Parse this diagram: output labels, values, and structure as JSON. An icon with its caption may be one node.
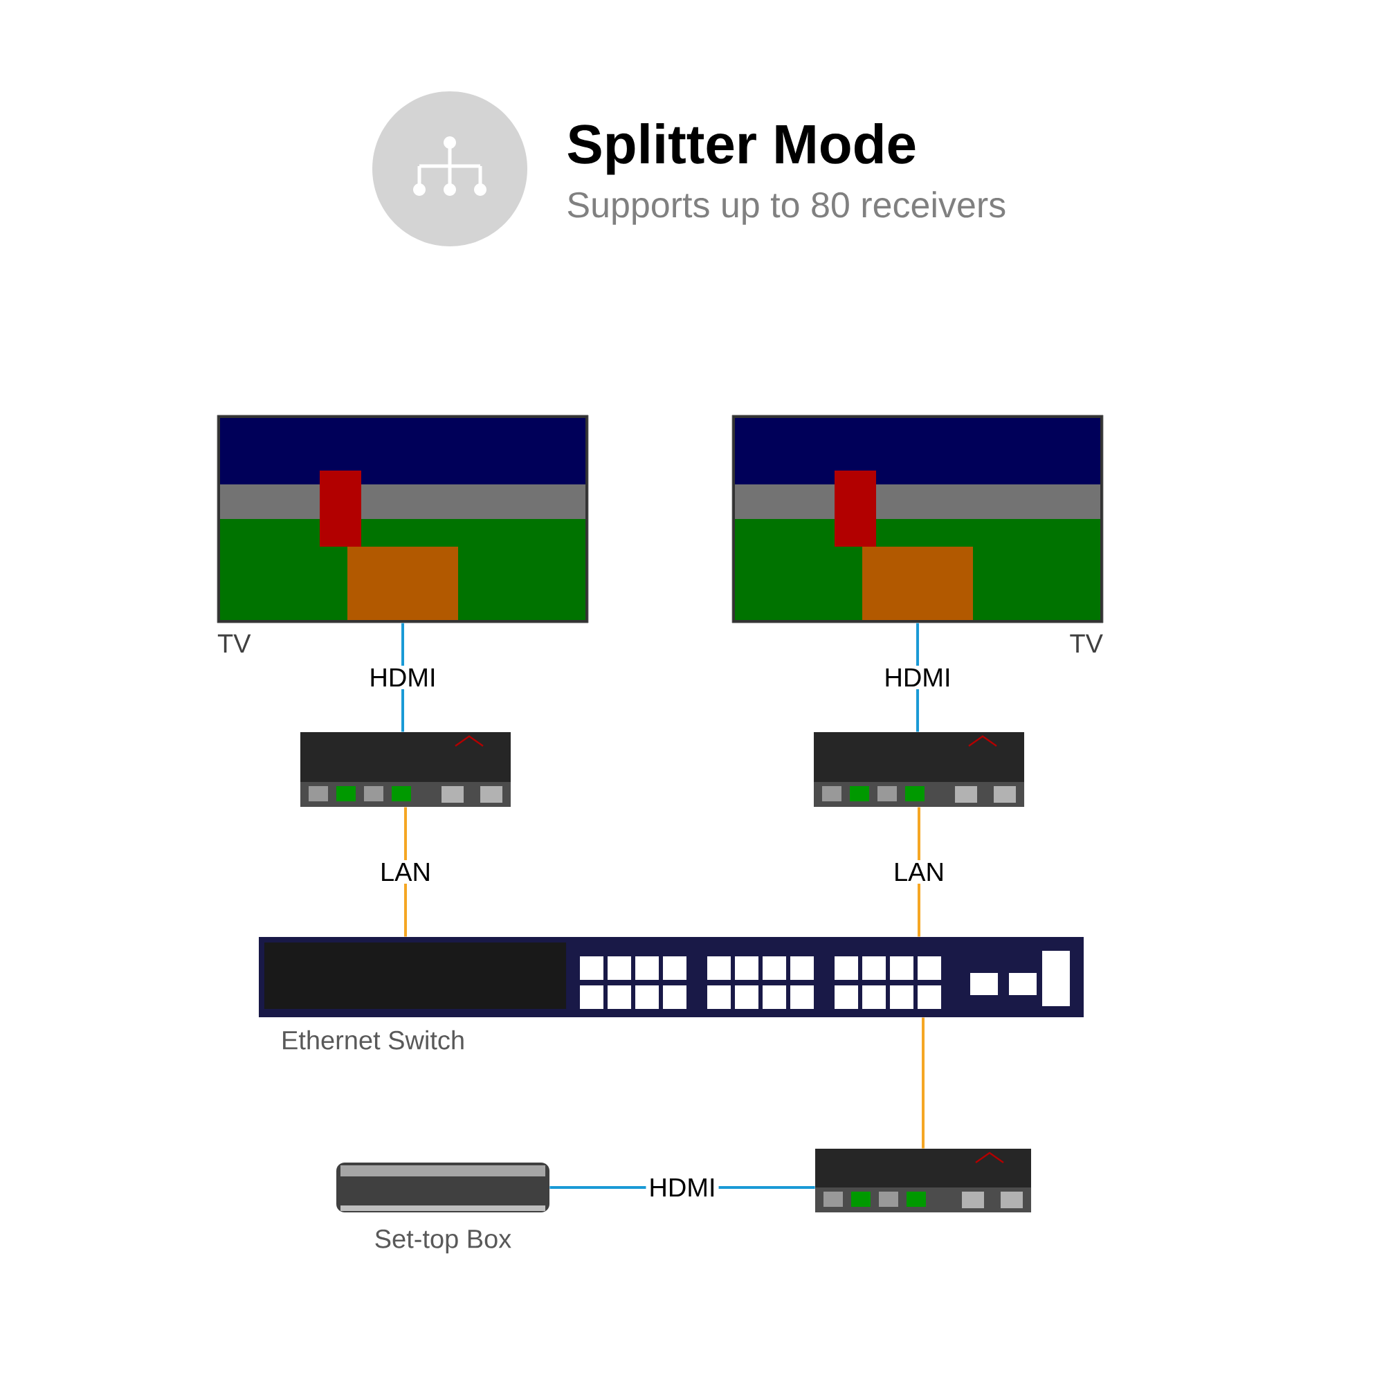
{
  "diagram": {
    "title": "Splitter Mode",
    "nodes": [
      {
        "text": [
          "TV"
        ]
      },
      {
        "text": [
          "TV"
        ]
      },
      {
        "text": [],
        "shape": "picture"
      },
      {
        "text": [],
        "shape": "picture"
      },
      {
        "text": [
          "Ethernet Switch"
        ]
      },
      {
        "text": [
          "Set-top Box"
        ]
      },
      {
        "text": [],
        "shape": "picture"
      }
    ],
    "edges": [
      {
        "from": 0,
        "to": 2,
        "arrow": "none",
        "label": "HDMI",
        "color": "#1a9ad6"
      },
      {
        "from": 1,
        "to": 3,
        "arrow": "none",
        "label": "HDMI",
        "color": "#1a9ad6"
      },
      {
        "from": 2,
        "to": 4,
        "arrow": "none",
        "label": "LAN",
        "color": "#f5a623"
      },
      {
        "from": 3,
        "to": 4,
        "arrow": "none",
        "label": "LAN",
        "color": "#f5a623"
      },
      {
        "from": 4,
        "to": 6,
        "arrow": "none",
        "color": "#f5a623"
      },
      {
        "from": 5,
        "to": 6,
        "arrow": "none",
        "label": "HDMI",
        "color": "#1a9ad6"
      }
    ],
    "labels": [
      "Supports up to 80 receivers"
    ]
  }
}
